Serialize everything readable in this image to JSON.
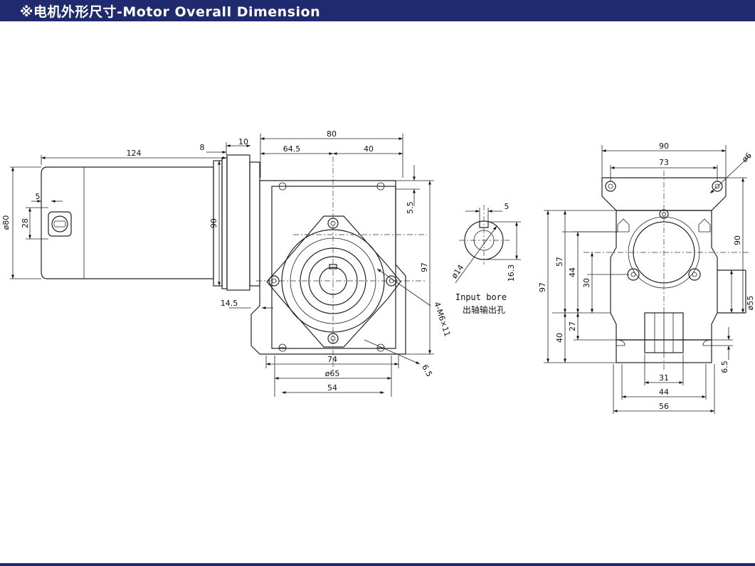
{
  "header": {
    "title": "※电机外形尺寸-Motor Overall Dimension",
    "bar_color": "#202a6e",
    "text_color": "#ffffff"
  },
  "side_view": {
    "dims": {
      "d124": "124",
      "d8": "8",
      "d10": "10",
      "d80": "80",
      "d64_5": "64.5",
      "d40": "40",
      "d5": "5",
      "d28": "28",
      "dia80": "ø80",
      "d90": "90",
      "d5_5": "5.5",
      "d97": "97",
      "d14_5": "14.5",
      "m6": "4-M6×11",
      "d74": "74",
      "dia65": "ø65",
      "d54": "54",
      "d6_5": "6.5"
    }
  },
  "input_bore": {
    "dims": {
      "d5": "5",
      "dia14": "ø14",
      "d16_3": "16.3"
    },
    "label_en": "Input bore",
    "label_cn": "出轴输出孔"
  },
  "front_view": {
    "dims": {
      "d90_top": "90",
      "d73": "73",
      "dia6": "ø6",
      "d90_side": "90",
      "d97": "97",
      "d57": "57",
      "d44_v": "44",
      "d30": "30",
      "d27": "27",
      "d40": "40",
      "dia55": "ø55",
      "d6_5": "6.5",
      "d31": "31",
      "d44_h": "44",
      "d56": "56"
    }
  }
}
